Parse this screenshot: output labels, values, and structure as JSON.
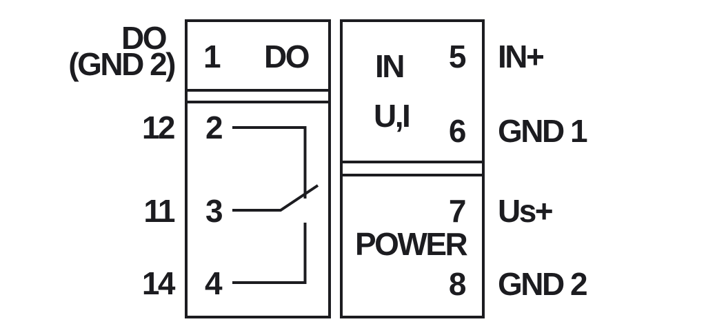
{
  "colors": {
    "line": "#1c1c20",
    "background": "#ffffff"
  },
  "outside_left": {
    "do_label": "DO",
    "do_sublabel": "(GND 2)",
    "terminal_12": "12",
    "terminal_11": "11",
    "terminal_14": "14"
  },
  "do_box": {
    "terminal_1": "1",
    "label": "DO"
  },
  "relay_box": {
    "terminal_2": "2",
    "terminal_3": "3",
    "terminal_4": "4"
  },
  "input_box": {
    "label_line1": "IN",
    "label_line2": "U,I",
    "terminal_5": "5",
    "terminal_6": "6"
  },
  "power_box": {
    "label": "POWER",
    "terminal_7": "7",
    "terminal_8": "8"
  },
  "outside_right": {
    "in_plus": "IN+",
    "gnd_1": "GND 1",
    "us_plus": "Us+",
    "gnd_2": "GND 2"
  }
}
